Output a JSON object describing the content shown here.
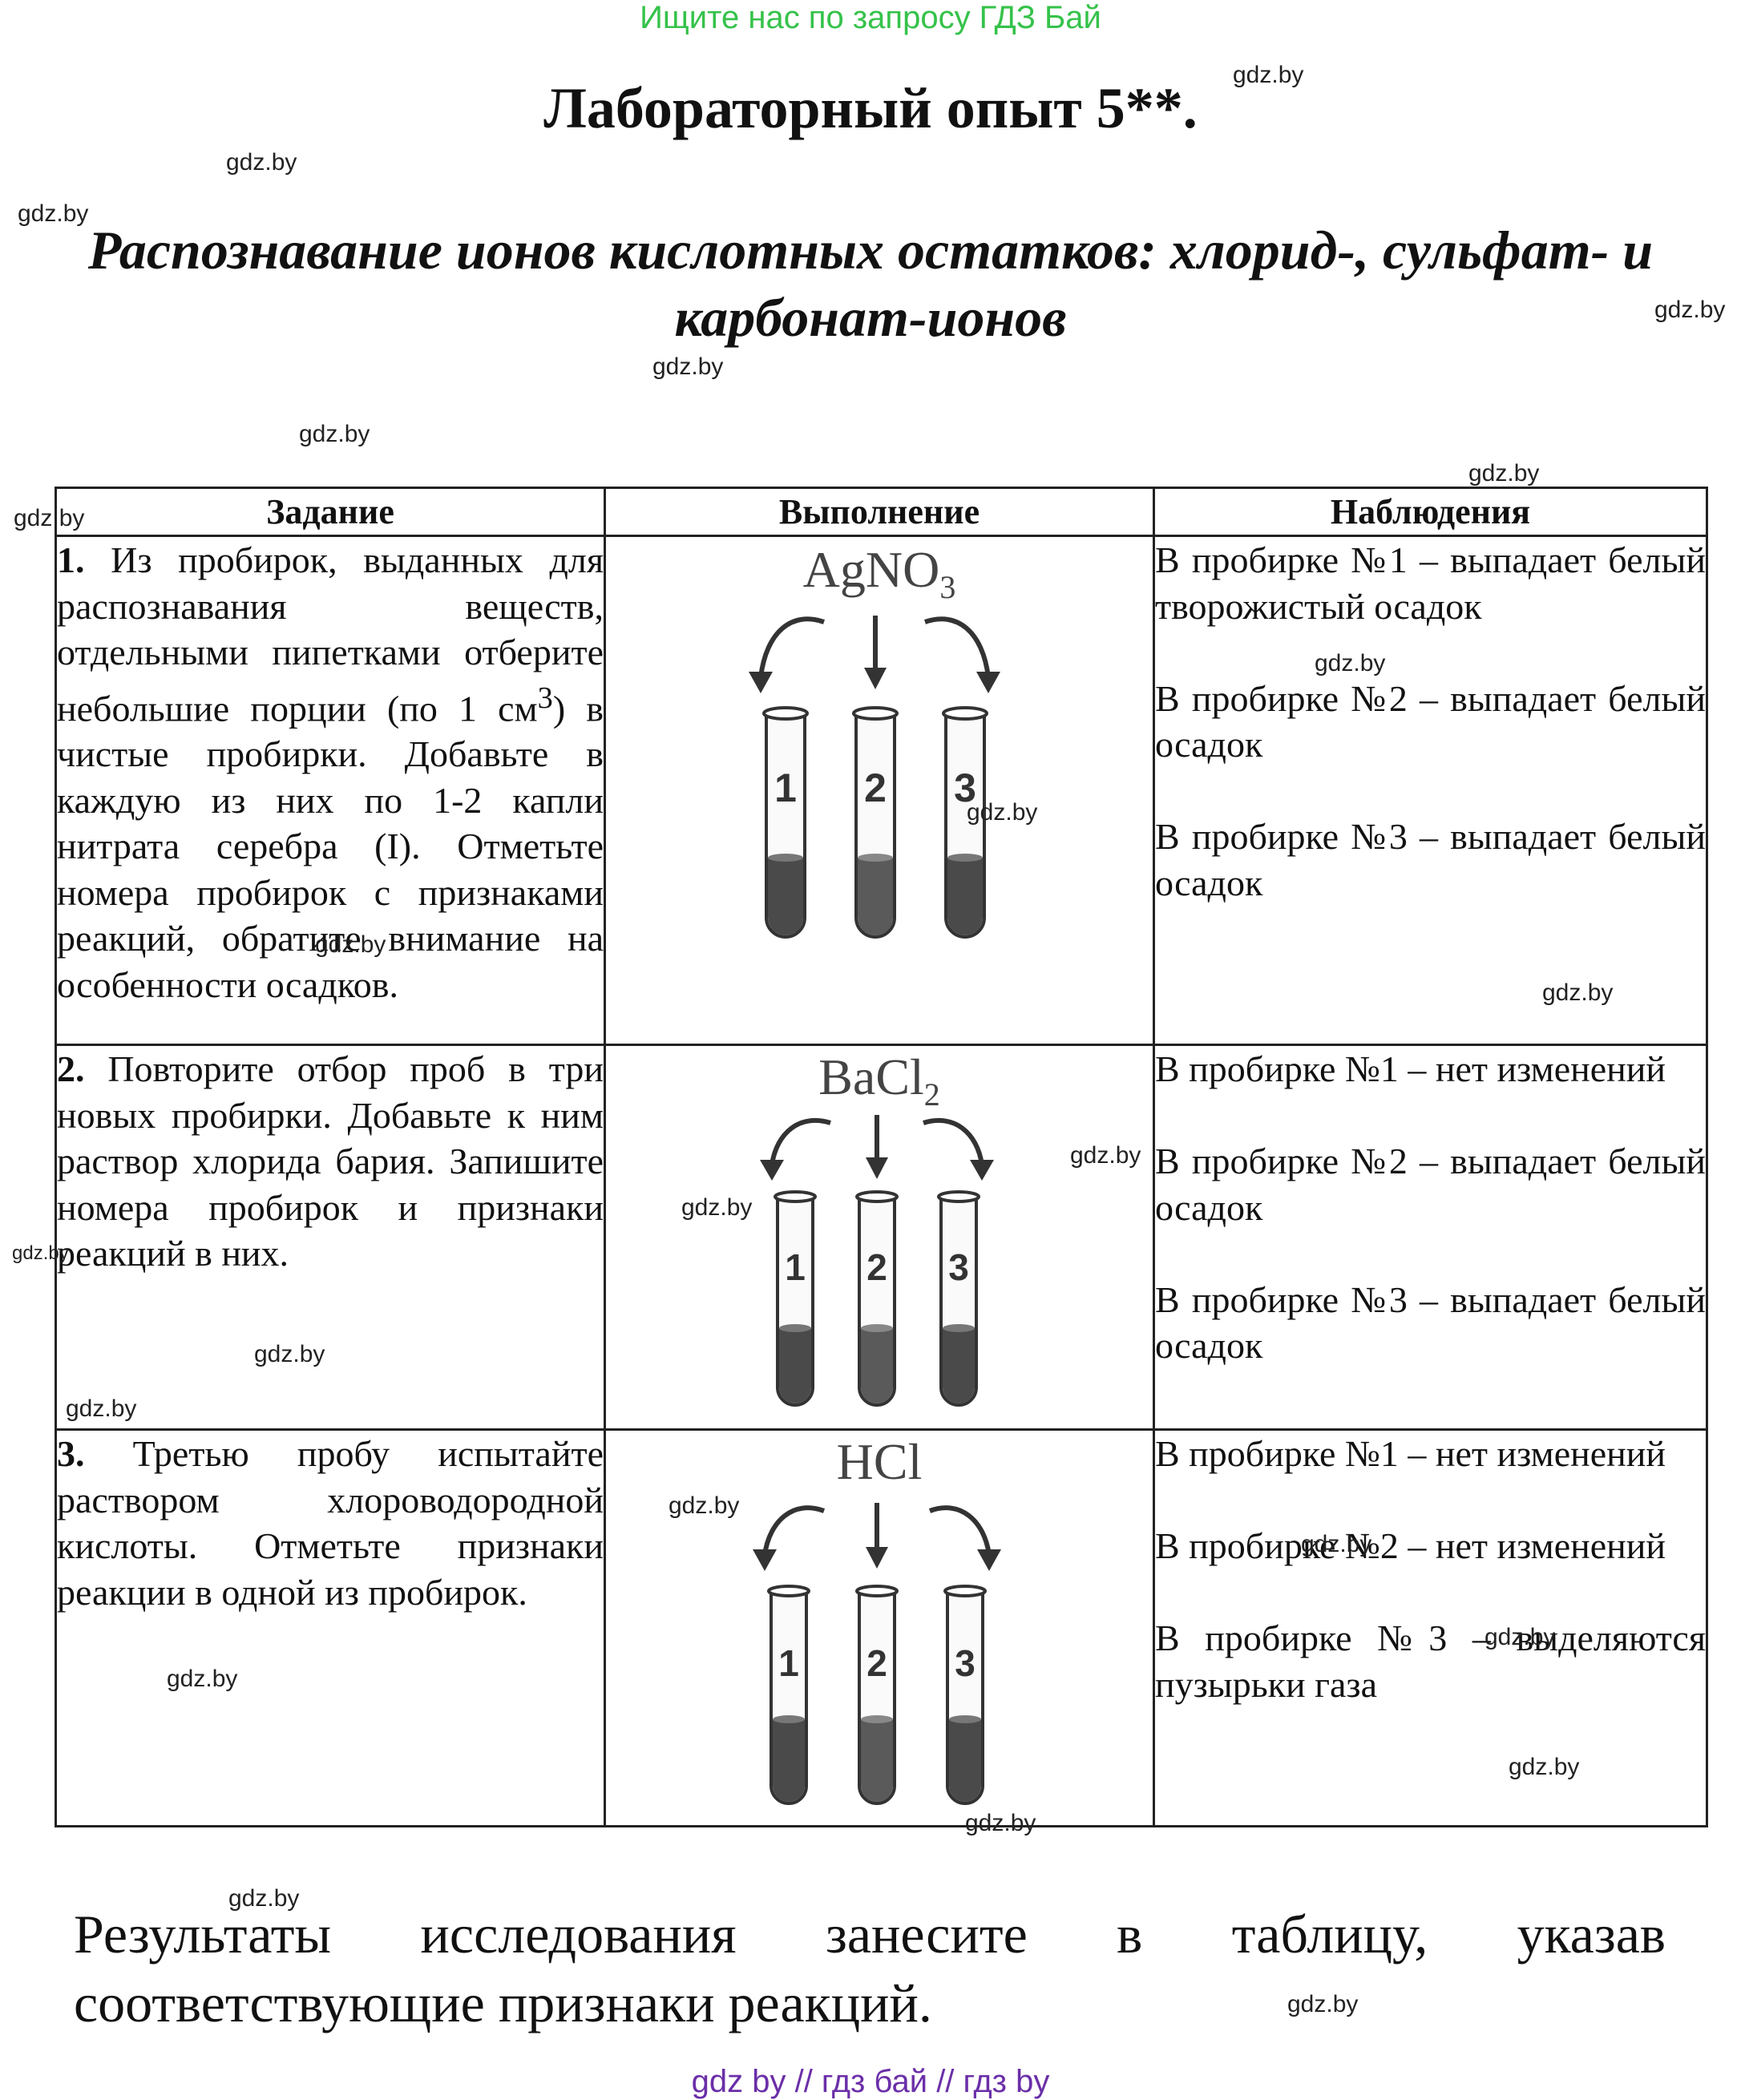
{
  "promo": "Ищите нас по запросу ГДЗ Бай",
  "title": "Лабораторный опыт 5**.",
  "subtitle": "Распознавание ионов кислотных остатков: хлорид-, сульфат- и карбонат-ионов",
  "table": {
    "headers": [
      "Задание",
      "Выполнение",
      "Наблюдения"
    ],
    "rows": [
      {
        "num": "1.",
        "task": "Из пробирок, выданных для распознавания веществ, отдельными пипетками отберите небольшие порции (по 1 см",
        "task_sup": "3",
        "task_rest": ") в чистые пробирки. Добавьте в каждую из них по 1-2 капли нитрата серебра (I). Отметьте номера пробирок с признаками реакций, обратите внимание на особенности осадков.",
        "reagent": "AgNO",
        "reagent_sub": "3",
        "tube_labels": [
          "1",
          "2",
          "3"
        ],
        "observations": [
          "В пробирке №1 – выпадает белый творожистый осадок",
          "В пробирке №2 – выпадает белый осадок",
          "В пробирке №3 – выпадает белый осадок"
        ]
      },
      {
        "num": "2.",
        "task": "Повторите отбор проб в три новых пробирки. Добавьте к ним раствор хлорида бария. Запишите номера пробирок и признаки реакций в них.",
        "reagent": "BaCl",
        "reagent_sub": "2",
        "tube_labels": [
          "1",
          "2",
          "3"
        ],
        "observations": [
          "В пробирке №1 – нет изменений",
          "В пробирке №2 – выпадает белый осадок",
          "В пробирке №3 – выпадает белый осадок"
        ]
      },
      {
        "num": "3.",
        "task": "Третью пробу испытайте раствором хлороводородной кислоты. Отметьте признаки реакции в одной из пробирок.",
        "reagent": "HCl",
        "reagent_sub": "",
        "tube_labels": [
          "1",
          "2",
          "3"
        ],
        "observations": [
          "В пробирке №1 – нет изменений",
          "В пробирке №2 – нет изменений",
          "В пробирке №3 – выделяются пузырьки газа"
        ]
      }
    ]
  },
  "bottom_text": "Результаты исследования занесите в таблицу, указав соответствующие признаки реакций.",
  "watermark": "gdz.by",
  "footer": "gdz by  //  гдз бай  //  гдз by",
  "colors": {
    "promo": "#35c24a",
    "footer": "#6b2fa8",
    "liquid": "#4a4a4a"
  },
  "icons": [
    "arrow-left-icon",
    "arrow-down-icon",
    "arrow-right-icon",
    "test-tube-icon"
  ]
}
